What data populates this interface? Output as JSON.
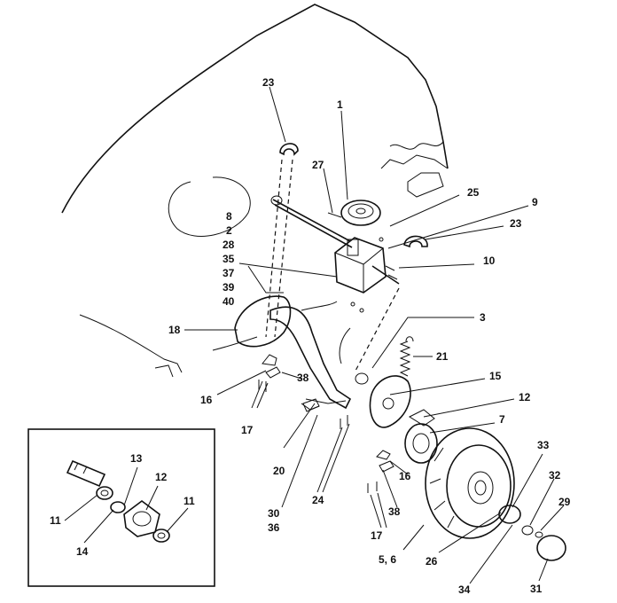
{
  "callouts": {
    "c1": "1",
    "c2": "2",
    "c3": "3",
    "c5_6": "5, 6",
    "c7": "7",
    "c8": "8",
    "c9": "9",
    "c10": "10",
    "c11a": "11",
    "c11b": "11",
    "c12a": "12",
    "c12b": "12",
    "c13": "13",
    "c14": "14",
    "c15": "15",
    "c16a": "16",
    "c16b": "16",
    "c17a": "17",
    "c17b": "17",
    "c18": "18",
    "c20": "20",
    "c21": "21",
    "c23a": "23",
    "c23b": "23",
    "c24": "24",
    "c25": "25",
    "c26": "26",
    "c27": "27",
    "c28": "28",
    "c29": "29",
    "c30": "30",
    "c31": "31",
    "c32": "32",
    "c33": "33",
    "c34": "34",
    "c35": "35",
    "c36": "36",
    "c37": "37",
    "c38a": "38",
    "c38b": "38",
    "c39": "39",
    "c40": "40"
  }
}
